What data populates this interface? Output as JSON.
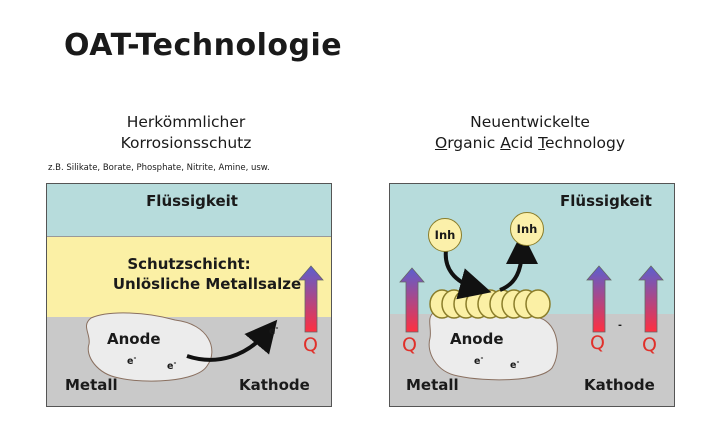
{
  "title": "OAT-Technologie",
  "left": {
    "heading_line1": "Herkömmlicher",
    "heading_line2": "Korrosionsschutz",
    "note": "z.B. Silikate, Borate, Phosphate, Nitrite, Amine, usw.",
    "liquid_label": "Flüssigkeit",
    "layer_line1": "Schutzschicht:",
    "layer_line2": "Unlösliche Metallsalze",
    "anode_label": "Anode",
    "electron": "e",
    "electron_sup": "-",
    "metal_label": "Metall",
    "cathode_label": "Kathode",
    "q_label": "Q"
  },
  "right": {
    "heading_line1": "Neuentwickelte",
    "heading_O": "O",
    "heading_rganic": "rganic ",
    "heading_A": "A",
    "heading_cid": "cid ",
    "heading_T": "T",
    "heading_echnology": "echnology",
    "liquid_label": "Flüssigkeit",
    "inhibitor_label": "Inh",
    "anode_label": "Anode",
    "electron": "e",
    "electron_sup": "-",
    "dash": "-",
    "metal_label": "Metall",
    "cathode_label": "Kathode",
    "q_label": "Q"
  },
  "colors": {
    "liquid": "#b7dcdc",
    "protective_layer": "#fbf0a5",
    "metal": "#c9c9c9",
    "anode": "#ececec",
    "arrow_top": "#5b5fcf",
    "arrow_bottom": "#ff3040",
    "q_text": "#e0302a"
  }
}
